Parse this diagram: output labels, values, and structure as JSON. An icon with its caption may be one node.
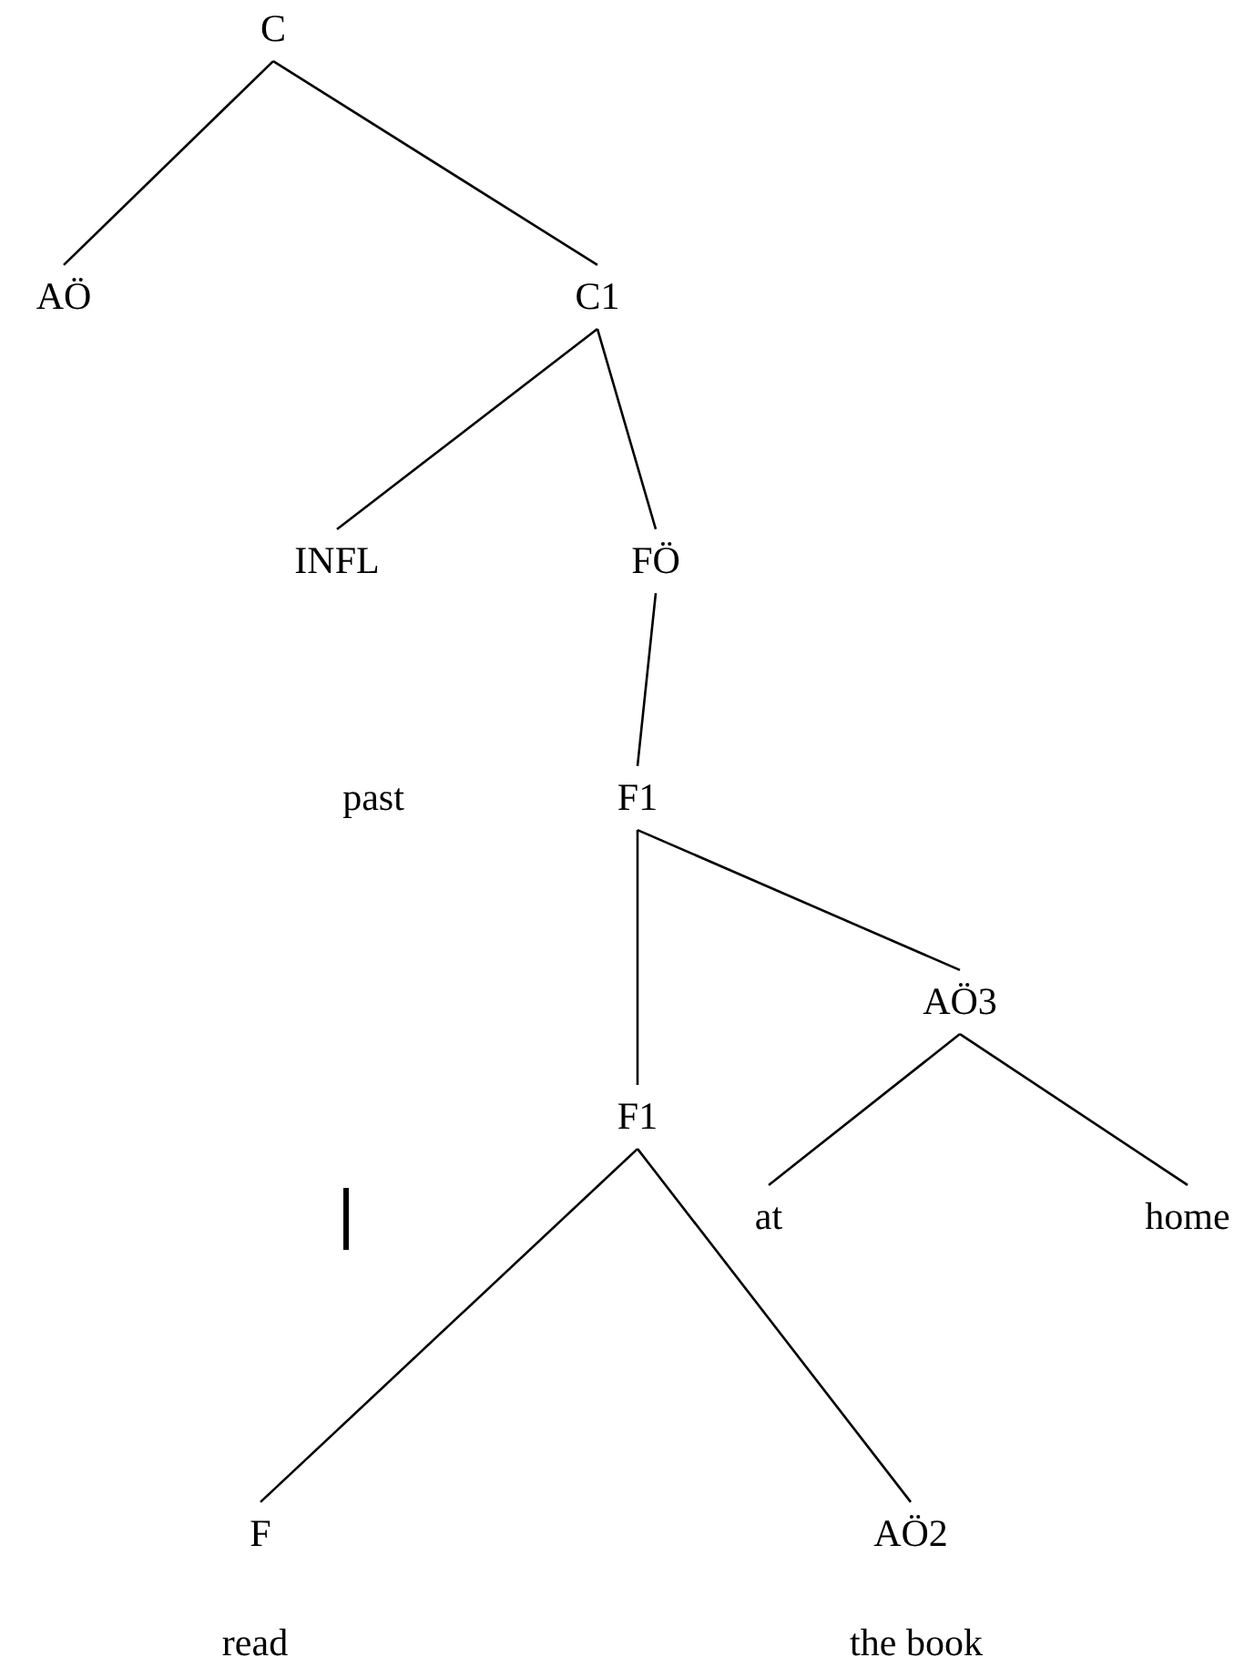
{
  "diagram": {
    "nodes": [
      {
        "text": [
          "C"
        ]
      },
      {
        "text": [
          "AÖ"
        ]
      },
      {
        "text": [
          "C1"
        ]
      },
      {
        "text": [
          "INFL"
        ]
      },
      {
        "text": [
          "FÖ"
        ]
      },
      {
        "text": [
          "F1"
        ]
      },
      {
        "text": [
          "AÖ3"
        ]
      },
      {
        "text": [
          "F1"
        ]
      },
      {
        "text": [
          "at"
        ]
      },
      {
        "text": [
          "home"
        ]
      },
      {
        "text": [
          "F"
        ],
        "beside": [
          "read"
        ]
      },
      {
        "text": [
          "AÖ2"
        ],
        "beside": [
          "the book"
        ]
      }
    ],
    "edges": [
      {
        "from": 0,
        "to": 1,
        "arrow": "none"
      },
      {
        "from": 0,
        "to": 2,
        "arrow": "none"
      },
      {
        "from": 2,
        "to": 3,
        "arrow": "none"
      },
      {
        "from": 2,
        "to": 4,
        "arrow": "none"
      },
      {
        "from": 4,
        "to": 5,
        "arrow": "none"
      },
      {
        "from": 5,
        "to": 7,
        "arrow": "none"
      },
      {
        "from": 5,
        "to": 6,
        "arrow": "none"
      },
      {
        "from": 6,
        "to": 8,
        "arrow": "none"
      },
      {
        "from": 6,
        "to": 9,
        "arrow": "none"
      },
      {
        "from": 7,
        "to": 10,
        "arrow": "none"
      },
      {
        "from": 7,
        "to": 11,
        "arrow": "none"
      }
    ],
    "labels": [
      "past"
    ]
  }
}
